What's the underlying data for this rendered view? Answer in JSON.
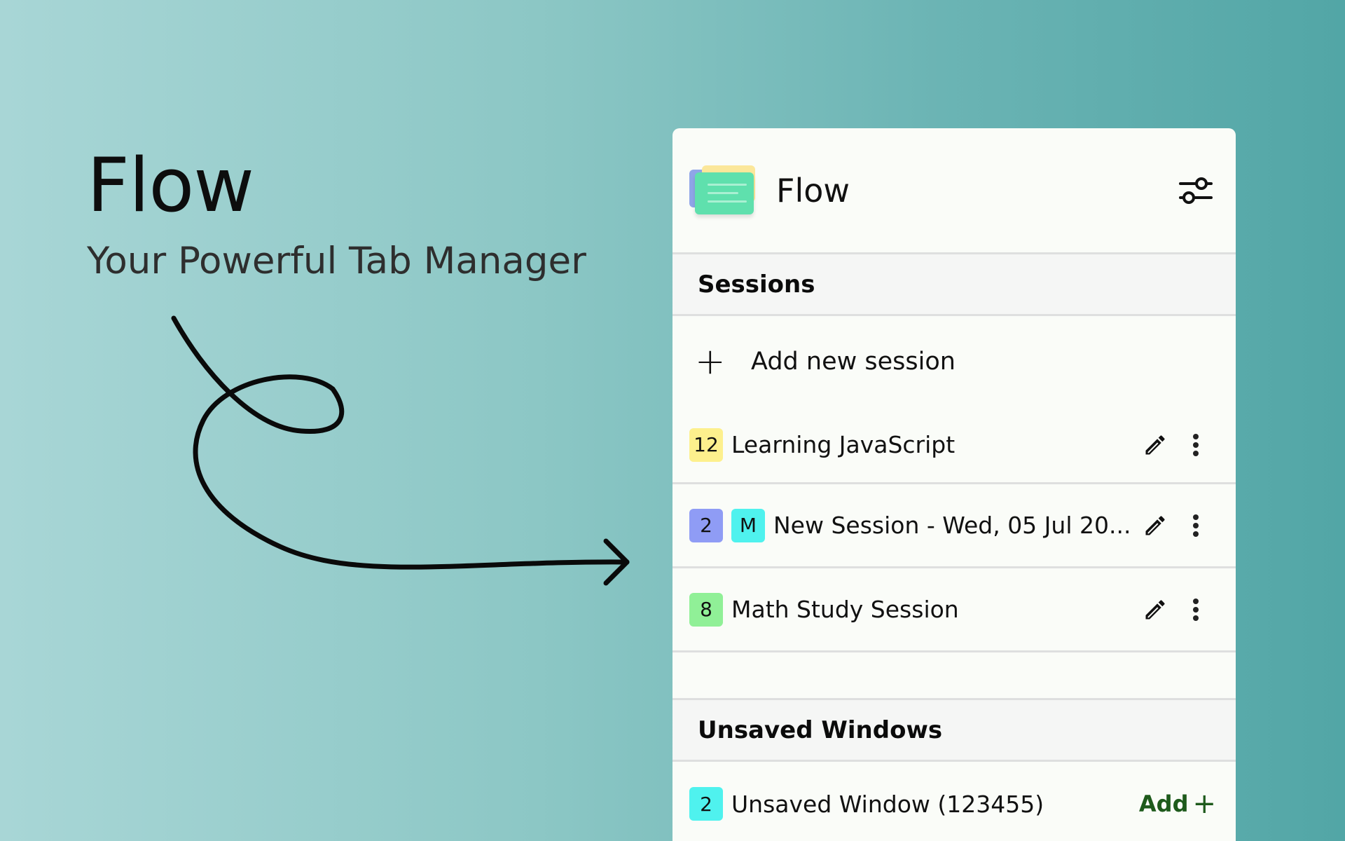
{
  "hero": {
    "title": "Flow",
    "subtitle": "Your Powerful Tab Manager"
  },
  "panel": {
    "app_name": "Flow",
    "settings_icon": "sliders-icon",
    "sessions_header": "Sessions",
    "add_session_label": "Add new session",
    "sessions": [
      {
        "count": "12",
        "count_color": "#fdf08d",
        "extra_badge": null,
        "title": "Learning JavaScript"
      },
      {
        "count": "2",
        "count_color": "#8f9cf5",
        "extra_badge": "M",
        "extra_color": "#4ff2ee",
        "title": "New Session - Wed, 05 Jul 20..."
      },
      {
        "count": "8",
        "count_color": "#90f097",
        "extra_badge": null,
        "title": "Math Study Session"
      }
    ],
    "unsaved_header": "Unsaved Windows",
    "unsaved": [
      {
        "count": "2",
        "count_color": "#4ff2ee",
        "title": "Unsaved Window (123455)",
        "add_label": "Add"
      }
    ]
  }
}
